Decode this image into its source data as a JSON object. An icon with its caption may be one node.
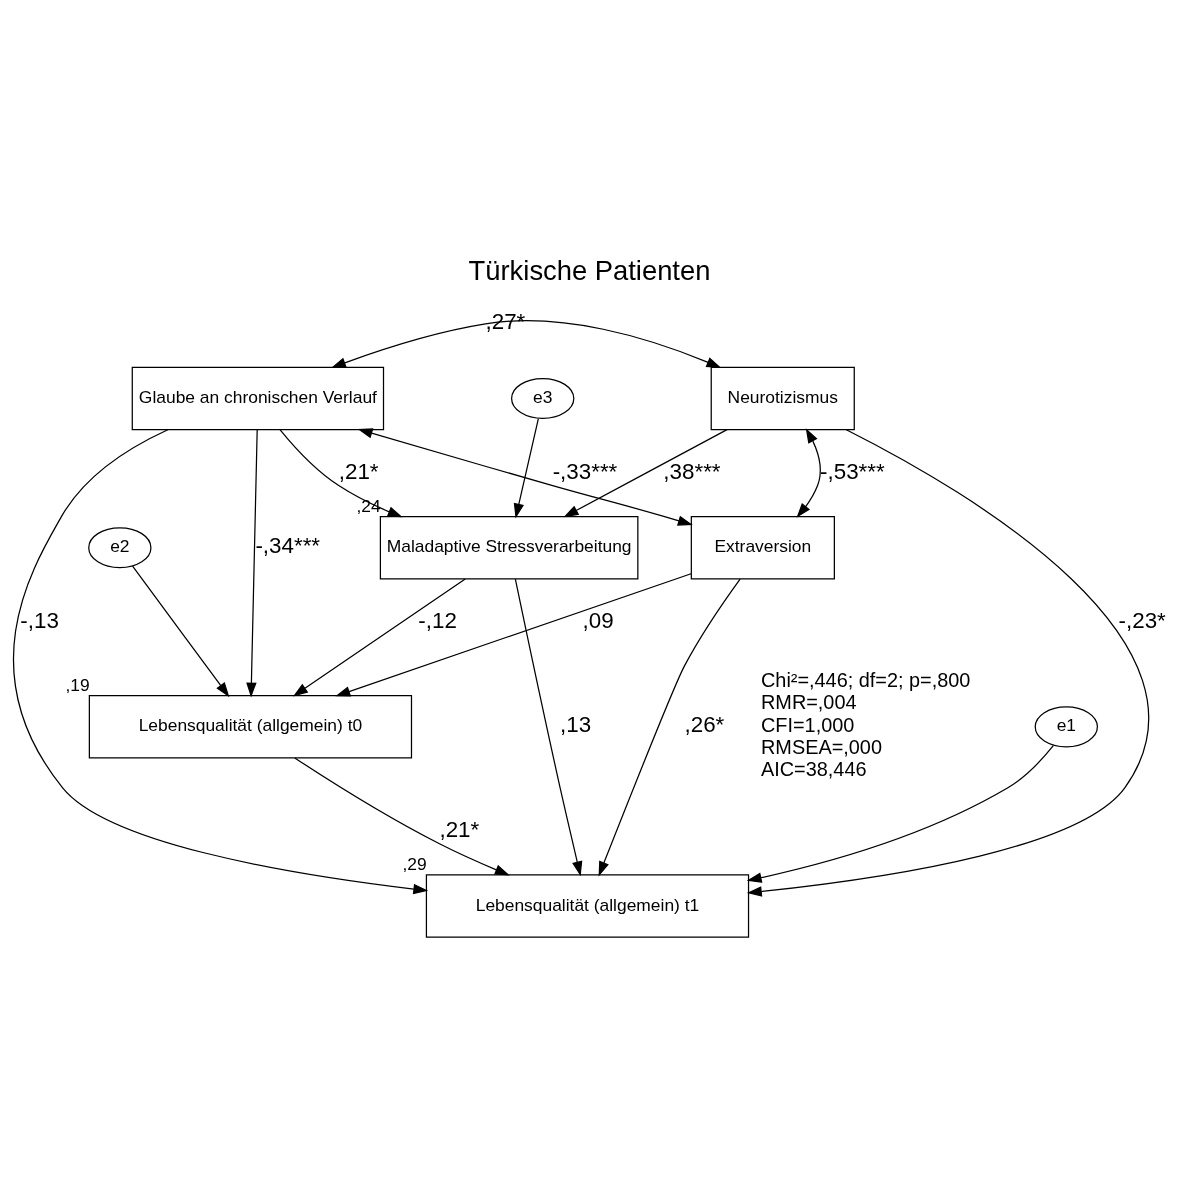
{
  "diagram": {
    "title": "Türkische Patienten",
    "nodes": [
      {
        "text": [
          "Glaube an chronischen Verlauf"
        ]
      },
      {
        "text": [
          "e1"
        ]
      },
      {
        "text": [
          "Lebensqualität (allgemein) t1"
        ],
        "beside": [
          ",29"
        ]
      },
      {
        "text": [
          "e3"
        ]
      },
      {
        "text": [
          "Maladaptive Stressverarbeitung"
        ],
        "beside": [
          ",24"
        ]
      },
      {
        "text": [
          "e2"
        ]
      },
      {
        "text": [
          "Lebensqualität (allgemein) t0"
        ],
        "beside": [
          ",19"
        ]
      },
      {
        "text": [
          "Neurotizismus"
        ]
      },
      {
        "text": [
          "Extraversion"
        ]
      }
    ],
    "edges": [
      {
        "from": 1,
        "to": 2,
        "arrow": "to"
      },
      {
        "from": 0,
        "to": 2,
        "arrow": "to",
        "label": "-,13"
      },
      {
        "from": 0,
        "to": 4,
        "arrow": "to",
        "label": ",21*"
      },
      {
        "from": 0,
        "to": 6,
        "arrow": "to",
        "label": "-,34***"
      },
      {
        "from": 3,
        "to": 4,
        "arrow": "to"
      },
      {
        "from": 4,
        "to": 2,
        "arrow": "to",
        "label": ",13"
      },
      {
        "from": 4,
        "to": 6,
        "arrow": "to",
        "label": "-,12"
      },
      {
        "from": 5,
        "to": 6,
        "arrow": "to"
      },
      {
        "from": 6,
        "to": 2,
        "arrow": "to",
        "label": ",21*"
      },
      {
        "from": 8,
        "to": 2,
        "arrow": "to",
        "label": ",26*"
      },
      {
        "from": 7,
        "to": 2,
        "arrow": "to",
        "label": "-,23*"
      },
      {
        "from": 7,
        "to": 4,
        "arrow": "to",
        "label": ",38***"
      },
      {
        "from": 0,
        "to": 7,
        "arrow": "both",
        "label": ",27*"
      },
      {
        "from": 0,
        "to": 8,
        "arrow": "both",
        "label": "-,33***"
      },
      {
        "from": 8,
        "to": 6,
        "arrow": "to",
        "label": ",09"
      },
      {
        "from": 8,
        "to": 7,
        "arrow": "both",
        "label": "-,53***"
      }
    ],
    "labels": [
      "Chi²=,446; df=2; p=,800",
      "RMR=,004",
      "CFI=1,000",
      "RMSEA=,000",
      "AIC=38,446"
    ]
  }
}
